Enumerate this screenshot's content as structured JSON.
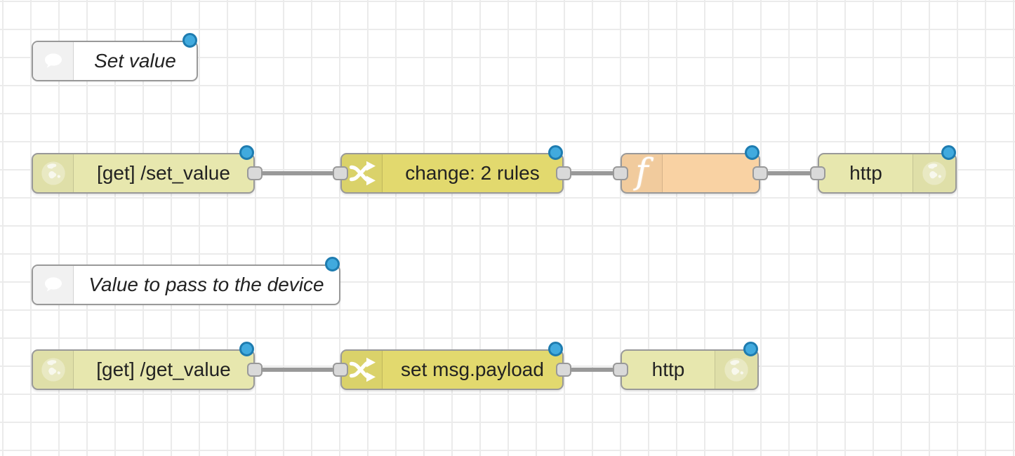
{
  "app": {
    "title": "Node-RED flow editor workspace"
  },
  "canvas": {
    "background": "#ffffff",
    "grid_color": "#ebebeb",
    "grid_size": 40,
    "wire_color": "#999999",
    "port_fill": "#d9d9d9",
    "port_border": "#999999",
    "changed_dot_fill": "#41aade",
    "changed_dot_border": "#1e7cb0",
    "node_border": "#999999",
    "label_color": "#222222"
  },
  "node_colors": {
    "http_in": "#e7e7ae",
    "http_response": "#e7e7ae",
    "change": "#e2d96e",
    "function": "#f9d2a3",
    "comment": "#ffffff"
  },
  "nodes": [
    {
      "id": "comment-set-value",
      "type": "comment",
      "label": "Set value",
      "icon": "comment-icon",
      "changed": true
    },
    {
      "id": "http-in-set-value",
      "type": "http in",
      "label": "[get] /set_value",
      "icon": "globe-icon",
      "changed": true
    },
    {
      "id": "change-2-rules",
      "type": "change",
      "label": "change: 2 rules",
      "icon": "shuffle-icon",
      "changed": true
    },
    {
      "id": "function-blank",
      "type": "function",
      "label": "",
      "icon": "function-icon",
      "changed": true
    },
    {
      "id": "http-response-1",
      "type": "http response",
      "label": "http",
      "icon": "globe-icon",
      "changed": true
    },
    {
      "id": "comment-value-to-pass",
      "type": "comment",
      "label": "Value to pass to the device",
      "icon": "comment-icon",
      "changed": true
    },
    {
      "id": "http-in-get-value",
      "type": "http in",
      "label": "[get] /get_value",
      "icon": "globe-icon",
      "changed": true
    },
    {
      "id": "change-set-payload",
      "type": "change",
      "label": "set msg.payload",
      "icon": "shuffle-icon",
      "changed": true
    },
    {
      "id": "http-response-2",
      "type": "http response",
      "label": "http",
      "icon": "globe-icon",
      "changed": true
    }
  ],
  "wires": [
    {
      "from": "http-in-set-value",
      "to": "change-2-rules"
    },
    {
      "from": "change-2-rules",
      "to": "function-blank"
    },
    {
      "from": "function-blank",
      "to": "http-response-1"
    },
    {
      "from": "http-in-get-value",
      "to": "change-set-payload"
    },
    {
      "from": "change-set-payload",
      "to": "http-response-2"
    }
  ]
}
